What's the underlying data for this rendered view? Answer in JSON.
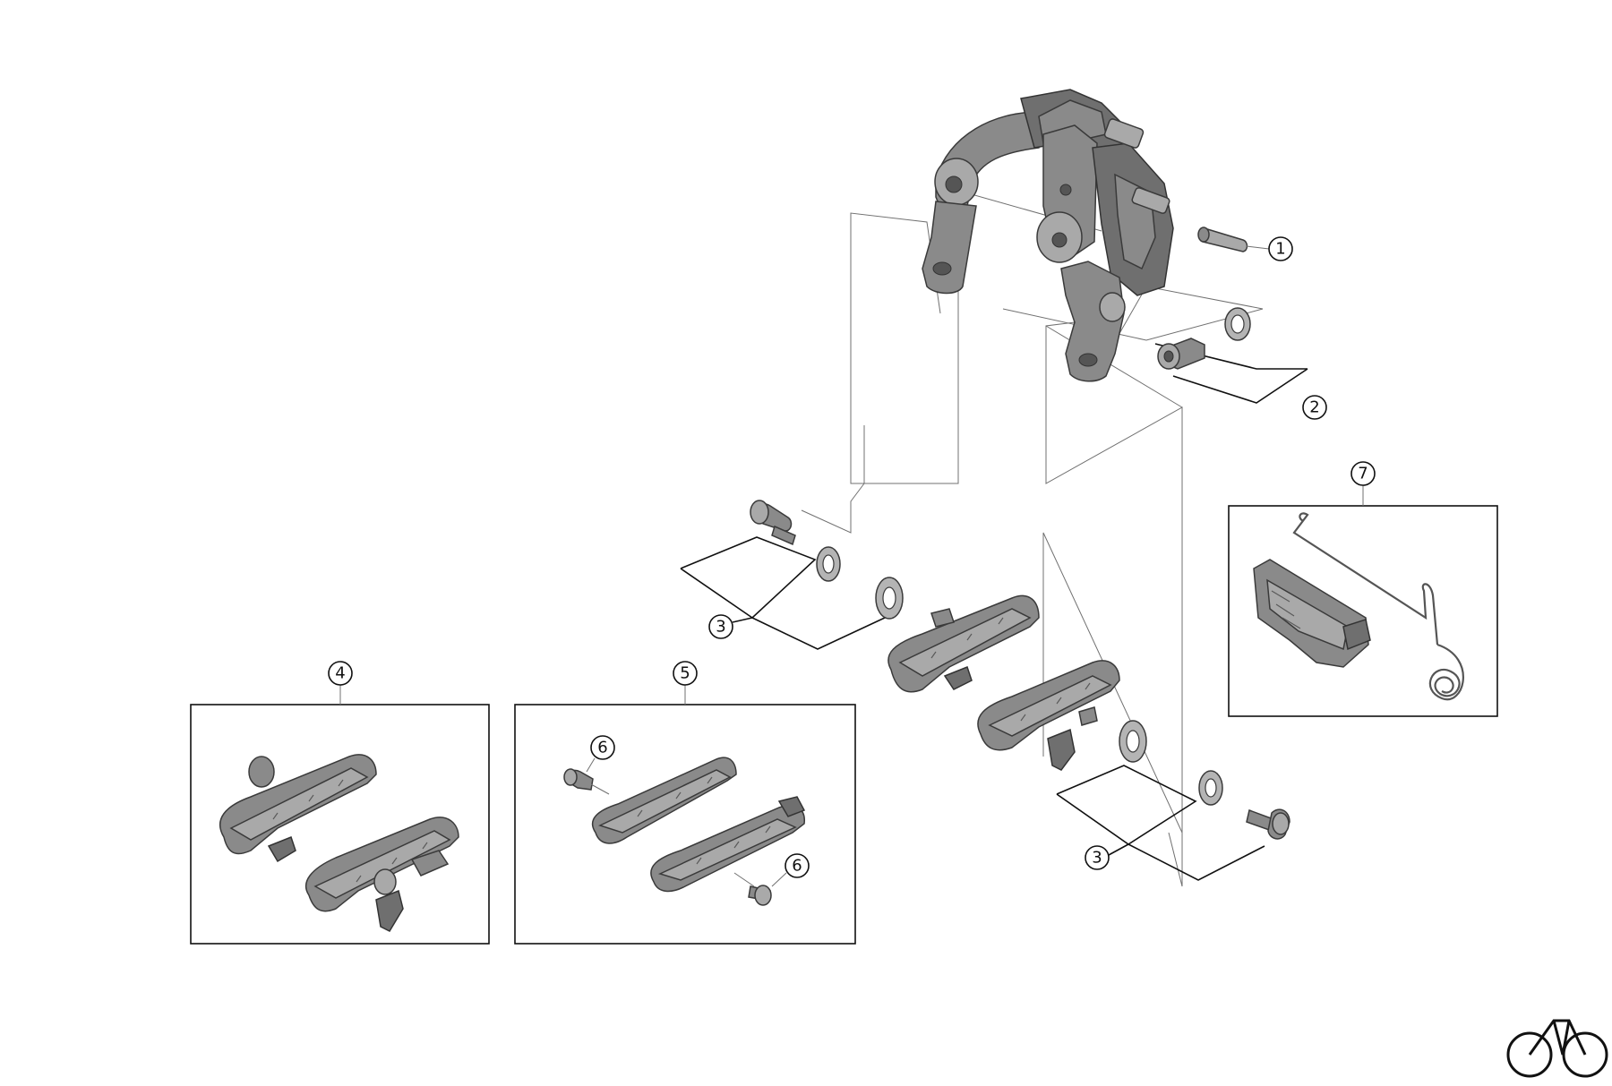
{
  "callouts": [
    {
      "id": "1",
      "label": "1"
    },
    {
      "id": "2",
      "label": "2"
    },
    {
      "id": "3a",
      "label": "3"
    },
    {
      "id": "3b",
      "label": "3"
    },
    {
      "id": "4",
      "label": "4"
    },
    {
      "id": "5",
      "label": "5"
    },
    {
      "id": "6a",
      "label": "6"
    },
    {
      "id": "6b",
      "label": "6"
    },
    {
      "id": "7",
      "label": "7"
    }
  ],
  "icons": {
    "logo": "bicycle-icon"
  },
  "colors": {
    "part_fill": "#8a8a8a",
    "line": "#111111",
    "background": "#ffffff"
  }
}
